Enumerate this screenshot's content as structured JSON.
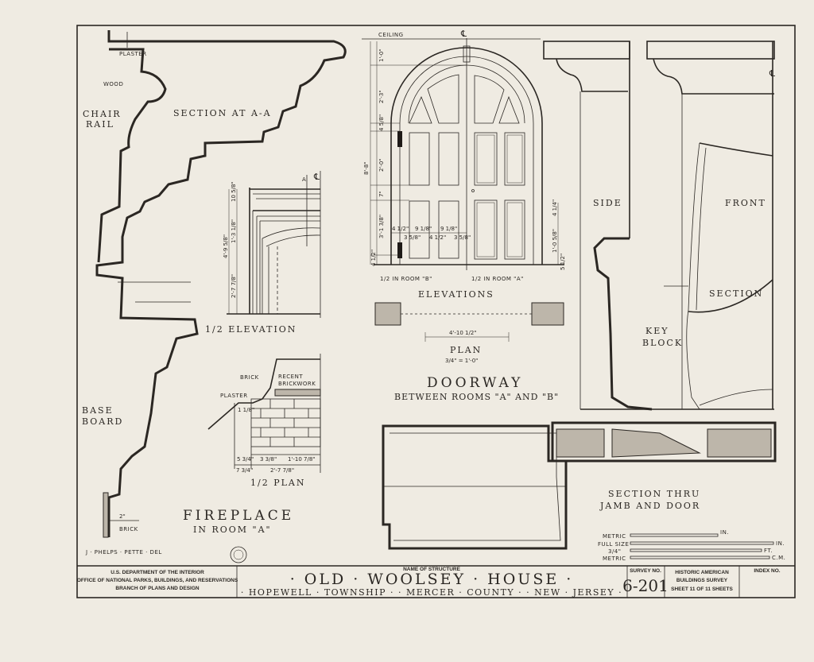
{
  "fireplace": {
    "section_title": "SECTION AT A-A",
    "labels": {
      "plaster": "PLASTER",
      "wood": "WOOD",
      "chair": "CHAIR",
      "rail": "RAIL",
      "base": "BASE",
      "board": "BOARD",
      "brick": "BRICK",
      "two_in": "2\""
    },
    "elevation": {
      "title": "1/2 ELEVATION",
      "section_mark": "A",
      "centerline": "℄",
      "dims": [
        "4'-9 5/8\"",
        "10 5/8\"",
        "1'-3 1/8\"",
        "2'-7 7/8\""
      ]
    },
    "plan": {
      "title": "1/2 PLAN",
      "brick": "BRICK",
      "recent1": "RECENT",
      "recent2": "BRICKWORK",
      "plaster": "PLASTER",
      "dims": [
        "1 1/8\"",
        "5 3/4\"",
        "3 3/8\"",
        "1'-10 7/8\"",
        "7 3/4\"",
        "2'-7 7/8\""
      ]
    },
    "title": "FIREPLACE",
    "subtitle": "IN ROOM \"A\""
  },
  "doorway": {
    "ceiling": "CEILING",
    "centerline": "℄",
    "dims_left": [
      "1'-0\"",
      "2'-3\"",
      "4 5/8\"",
      "2'-0\"",
      "7\"",
      "3'-1 3/8\"",
      "4 1/2\"",
      "8'-8\""
    ],
    "dims_bottom": [
      "4 1/2\"",
      "3 5/8\"",
      "9 1/8\"",
      "4 1/2\"",
      "9 1/8\"",
      "3 5/8\""
    ],
    "dims_right": [
      "4 1/4\"",
      "1'-0 5/8\"",
      "5 1/2\""
    ],
    "half_b": "1/2 IN ROOM \"B\"",
    "half_a": "1/2 IN ROOM \"A\"",
    "elevations": "ELEVATIONS",
    "plan": "PLAN",
    "scale": "3/4\" = 1'-0\"",
    "plan_dim": "4'-10 1/2\"",
    "title": "DOORWAY",
    "subtitle": "BETWEEN ROOMS \"A\" AND \"B\""
  },
  "keyblock": {
    "side": "SIDE",
    "front": "FRONT",
    "section": "SECTION",
    "key": "KEY",
    "block": "BLOCK",
    "centerline": "℄"
  },
  "jamb": {
    "line1": "SECTION THRU",
    "line2": "JAMB AND DOOR"
  },
  "scales": {
    "rows": [
      "METRIC",
      "FULL SIZE",
      "3/4\"",
      "METRIC"
    ],
    "units": [
      "IN.",
      "IN.",
      "FT.",
      "C.M."
    ]
  },
  "delineator": "J · PHELPS · PETTE · DEL",
  "title_block": {
    "agency1": "U.S. DEPARTMENT OF THE INTERIOR",
    "agency2": "OFFICE OF NATIONAL PARKS, BUILDINGS, AND RESERVATIONS",
    "agency3": "BRANCH OF PLANS AND DESIGN",
    "name_label": "NAME OF STRUCTURE",
    "name": "· OLD · WOOLSEY · HOUSE ·",
    "location": "· HOPEWELL · TOWNSHIP · · MERCER · COUNTY · · NEW · JERSEY ·",
    "survey_label": "SURVEY NO.",
    "survey_no": "6-201",
    "habs1": "HISTORIC AMERICAN",
    "habs2": "BUILDINGS SURVEY",
    "sheet": "SHEET 11 OF 11 SHEETS",
    "index_label": "INDEX NO."
  }
}
